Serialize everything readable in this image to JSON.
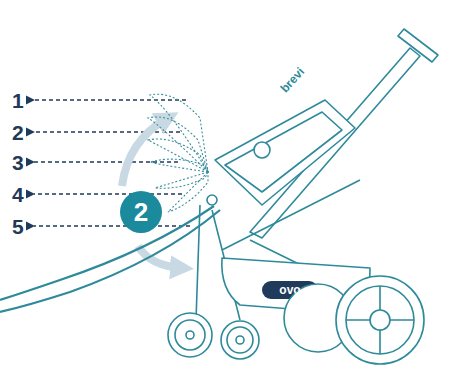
{
  "diagram": {
    "nodes": [
      {
        "text": [
          "2"
        ]
      }
    ],
    "labels": [
      "1",
      "2",
      "3",
      "4",
      "5",
      "brevi",
      "ovo"
    ]
  }
}
